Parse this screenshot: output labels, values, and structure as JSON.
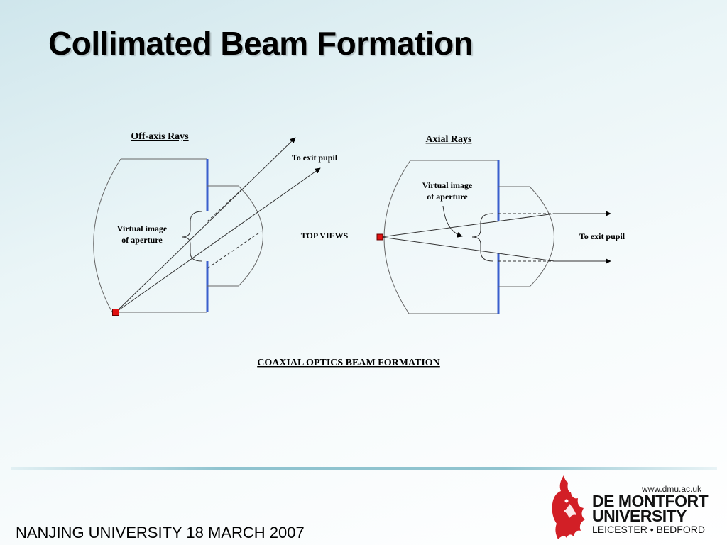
{
  "slide": {
    "title": "Collimated Beam Formation",
    "footer": "NANJING UNIVERSITY 18 MARCH 2007"
  },
  "diagram": {
    "left_heading": "Off-axis Rays",
    "right_heading": "Axial Rays",
    "left_exit_label": "To exit pupil",
    "left_virtual_line1": "Virtual image",
    "left_virtual_line2": "of aperture",
    "center_label": "TOP VIEWS",
    "right_virtual_line1": "Virtual image",
    "right_virtual_line2": "of aperture",
    "right_exit_label": "To exit pupil",
    "caption": "COAXIAL OPTICS BEAM FORMATION",
    "colors": {
      "aperture": "#3a5fcd",
      "source": "#e01010",
      "line": "#333333"
    }
  },
  "logo": {
    "url": "www.dmu.ac.uk",
    "line1": "DE MONTFORT",
    "line2": "UNIVERSITY",
    "line3": "LEICESTER • BEDFORD",
    "icon": "dmu-lion-icon",
    "color": "#d21f26"
  }
}
